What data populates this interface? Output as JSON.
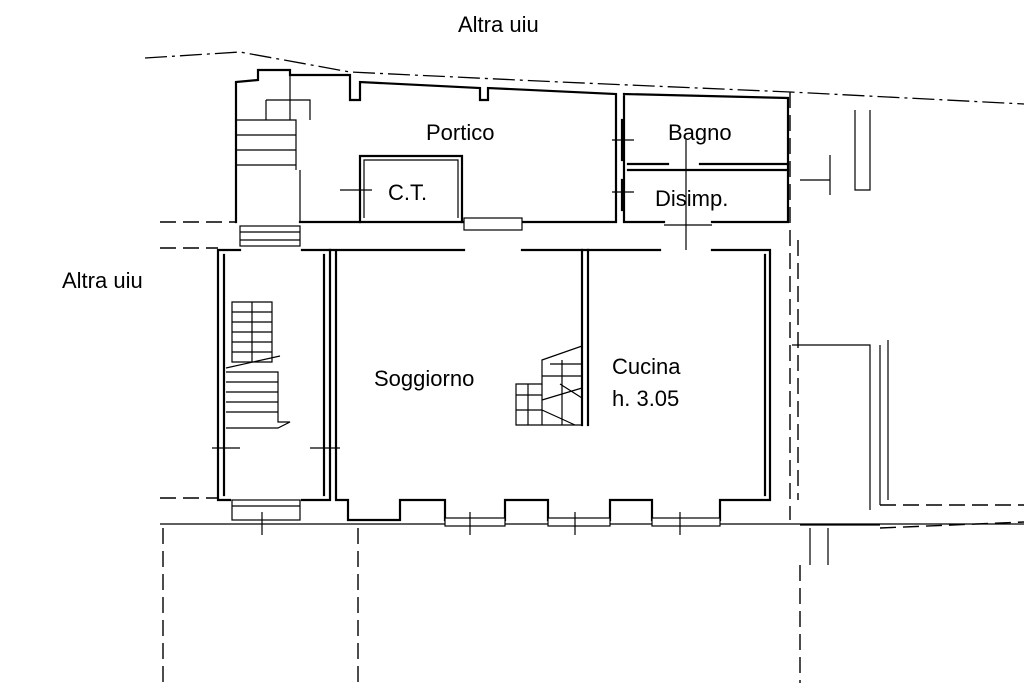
{
  "neighbors": {
    "top": "Altra uiu",
    "left": "Altra uiu"
  },
  "rooms": {
    "portico": "Portico",
    "ct": "C.T.",
    "bagno": "Bagno",
    "disimp": "Disimp.",
    "soggiorno": "Soggiorno",
    "cucina": "Cucina",
    "cucina_height": "h. 3.05"
  }
}
